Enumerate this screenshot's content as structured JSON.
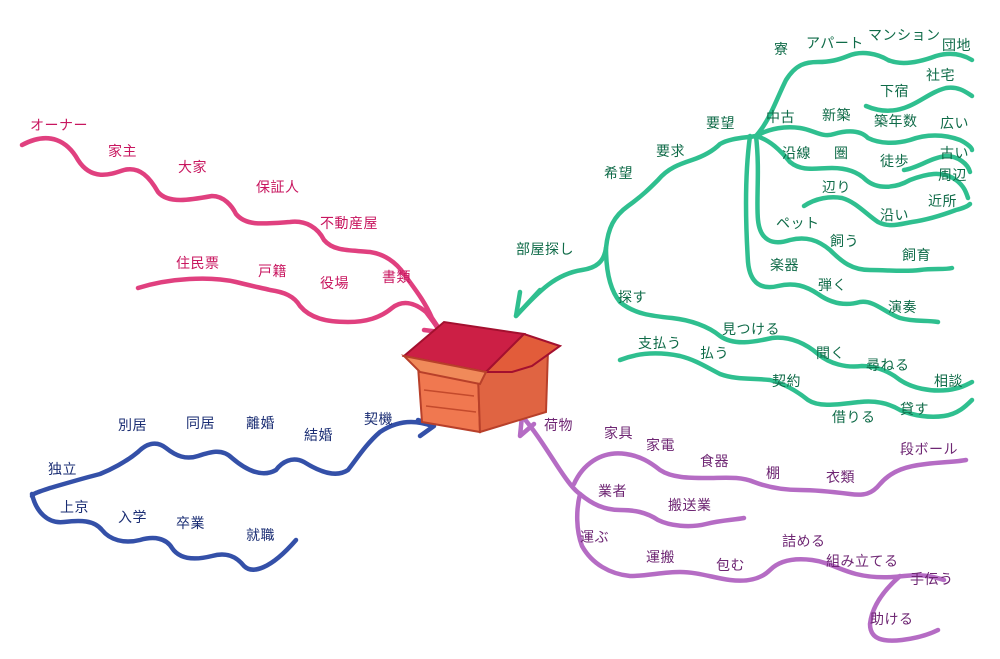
{
  "colors": {
    "pink": "#e0407f",
    "green": "#2fbf8f",
    "blue": "#3450a8",
    "purple": "#b56cc4",
    "house_roof": "#cc1f45",
    "house_wall": "#f07850"
  },
  "center": {
    "icon": "house-icon"
  },
  "pink_branch": {
    "words": [
      "オーナー",
      "家主",
      "大家",
      "保証人",
      "不動産屋",
      "住民票",
      "戸籍",
      "役場",
      "書類"
    ]
  },
  "blue_branch": {
    "words": [
      "契機",
      "結婚",
      "離婚",
      "同居",
      "別居",
      "独立",
      "上京",
      "入学",
      "卒業",
      "就職"
    ]
  },
  "green_branch": {
    "words": [
      "部屋探し",
      "希望",
      "要求",
      "要望",
      "寮",
      "アパート",
      "マンション",
      "団地",
      "下宿",
      "社宅",
      "中古",
      "新築",
      "築年数",
      "広い",
      "沿線",
      "圏",
      "徒歩",
      "古い",
      "周辺",
      "辺り",
      "沿い",
      "近所",
      "ペット",
      "飼う",
      "飼育",
      "楽器",
      "弾く",
      "演奏",
      "探す",
      "見つける",
      "聞く",
      "尋ねる",
      "相談",
      "支払う",
      "払う",
      "契約",
      "借りる",
      "貸す"
    ]
  },
  "purple_branch": {
    "words": [
      "荷物",
      "家具",
      "家電",
      "食器",
      "棚",
      "衣類",
      "段ボール",
      "業者",
      "搬送業",
      "運ぶ",
      "運搬",
      "包む",
      "詰める",
      "組み立てる",
      "手伝う",
      "助ける"
    ]
  }
}
